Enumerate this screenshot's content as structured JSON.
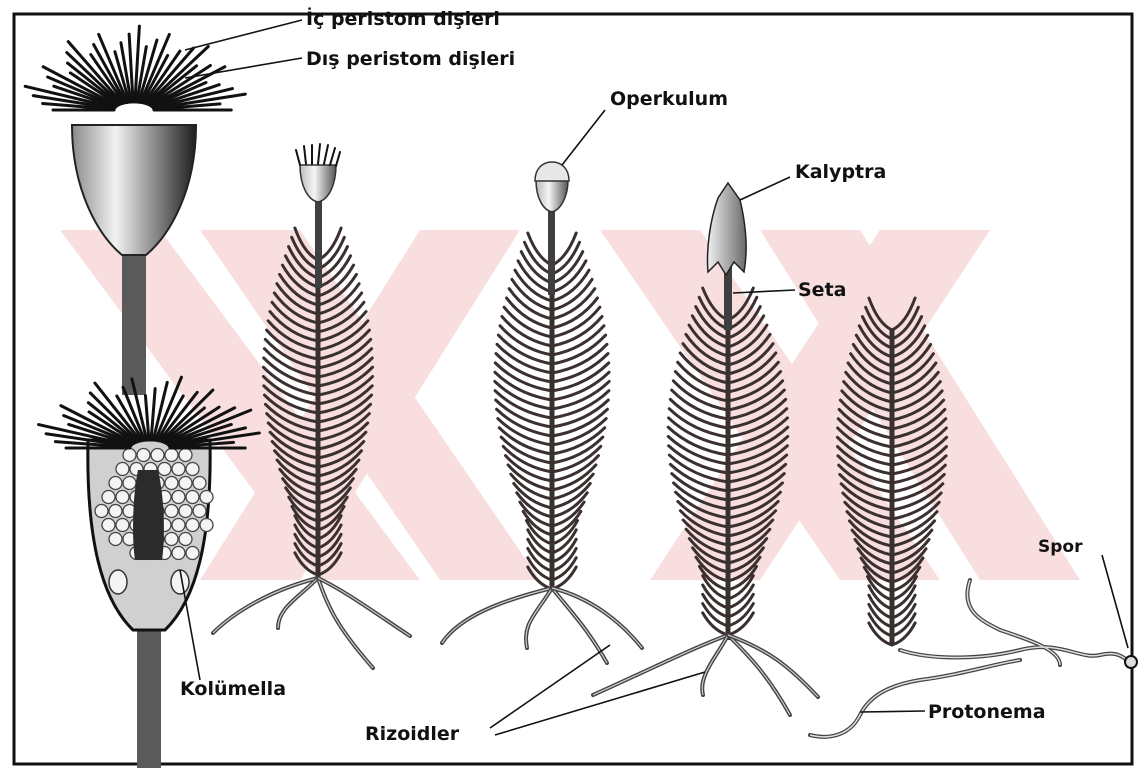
{
  "labels": {
    "ic_peristom": "İç peristom dişleri",
    "dis_peristom": "Dış peristom dişleri",
    "operkulum": "Operkulum",
    "kalyptra": "Kalyptra",
    "seta": "Seta",
    "kolumella": "Kolümella",
    "rizoidler": "Rizoidler",
    "protonema": "Protonema",
    "spor": "Spor"
  },
  "colors": {
    "ink": "#111111",
    "stem": "#4a4a4a",
    "watermark": "#f3c6c6",
    "leaf": "#3b3030",
    "rhizoid": "#555555"
  }
}
